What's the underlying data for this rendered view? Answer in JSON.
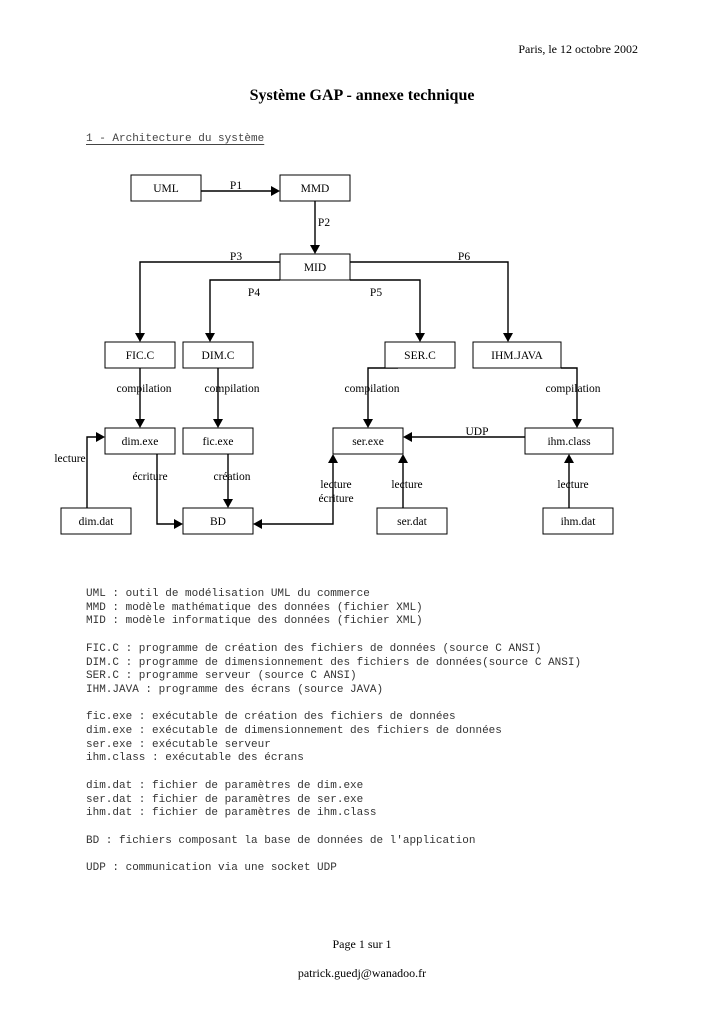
{
  "header": {
    "date": "Paris, le 12 octobre 2002",
    "title": "Système GAP - annexe technique",
    "section": "1 - Architecture du système"
  },
  "diagram": {
    "nodes": {
      "uml": "UML",
      "mmd": "MMD",
      "mid": "MID",
      "fic_c": "FIC.C",
      "dim_c": "DIM.C",
      "ser_c": "SER.C",
      "ihm_java": "IHM.JAVA",
      "dim_exe": "dim.exe",
      "fic_exe": "fic.exe",
      "ser_exe": "ser.exe",
      "ihm_class": "ihm.class",
      "dim_dat": "dim.dat",
      "bd": "BD",
      "ser_dat": "ser.dat",
      "ihm_dat": "ihm.dat"
    },
    "edge_labels": {
      "p1": "P1",
      "p2": "P2",
      "p3": "P3",
      "p4": "P4",
      "p5": "P5",
      "p6": "P6",
      "compilation_fic": "compilation",
      "compilation_dim": "compilation",
      "compilation_ser": "compilation",
      "compilation_ihm": "compilation",
      "lecture_dim": "lecture",
      "ecriture_dim": "écriture",
      "creation_fic": "création",
      "lecture_bd": "lecture",
      "ecriture_bd": "écriture",
      "lecture_ser": "lecture",
      "lecture_ihm": "lecture",
      "udp": "UDP"
    }
  },
  "legend": {
    "groups": [
      [
        "UML : outil de modélisation UML du commerce",
        "MMD : modèle mathématique des données (fichier XML)",
        "MID : modèle informatique des données (fichier XML)"
      ],
      [
        "FIC.C : programme de création des fichiers de données (source C ANSI)",
        "DIM.C : programme de dimensionnement des fichiers de données(source C ANSI)",
        "SER.C : programme serveur (source C ANSI)",
        "IHM.JAVA : programme des écrans (source JAVA)"
      ],
      [
        "fic.exe : exécutable de création des fichiers de données",
        "dim.exe : exécutable de dimensionnement des fichiers de données",
        "ser.exe : exécutable serveur",
        "ihm.class : exécutable des écrans"
      ],
      [
        "dim.dat : fichier de paramètres de dim.exe",
        "ser.dat : fichier de paramètres de ser.exe",
        "ihm.dat : fichier de paramètres de ihm.class"
      ],
      [
        "BD : fichiers composant la base de données de l'application"
      ],
      [
        "UDP : communication via une socket UDP"
      ]
    ]
  },
  "footer": {
    "page": "Page 1 sur 1",
    "email": "patrick.guedj@wanadoo.fr"
  }
}
